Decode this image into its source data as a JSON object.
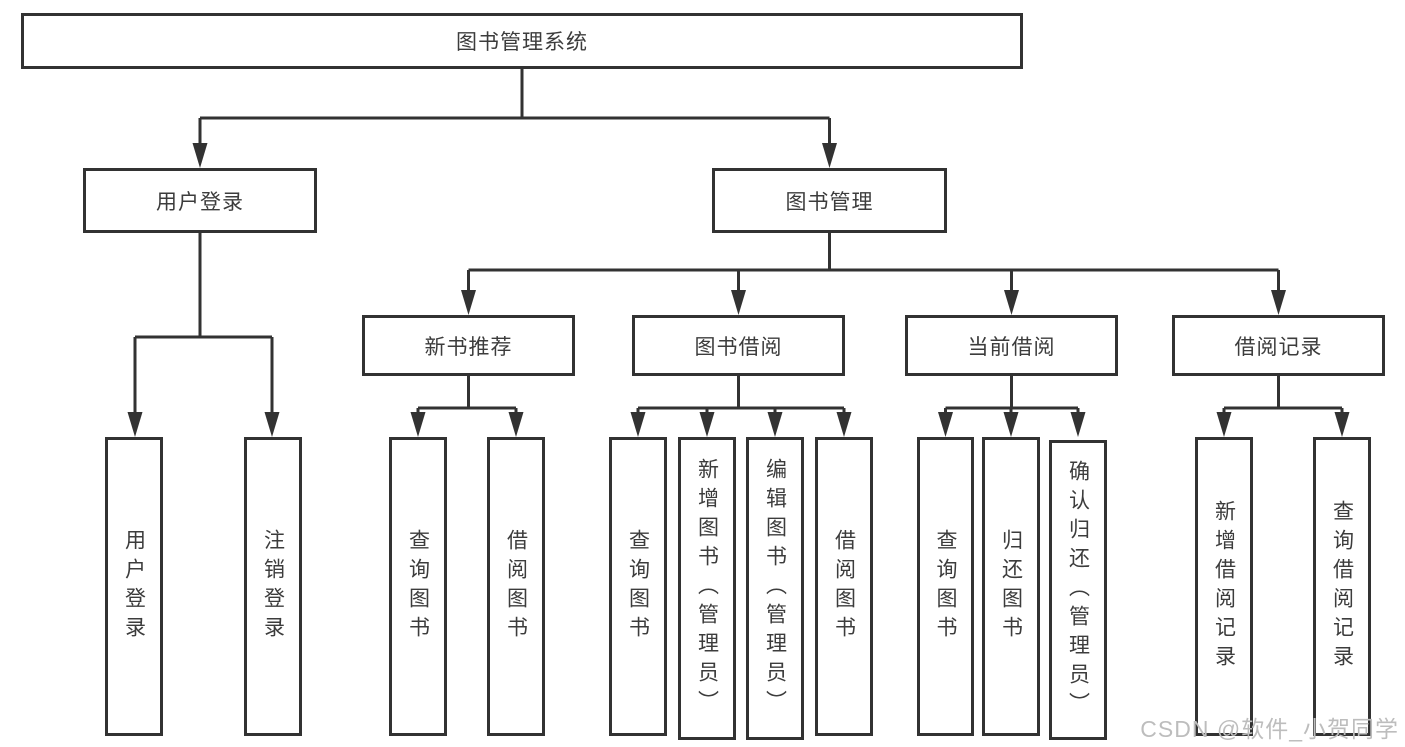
{
  "tree": {
    "root": {
      "label": "图书管理系统"
    },
    "children": [
      {
        "label": "用户登录",
        "children": [
          {
            "label": "用户登录"
          },
          {
            "label": "注销登录"
          }
        ]
      },
      {
        "label": "图书管理",
        "children": [
          {
            "label": "新书推荐",
            "children": [
              {
                "label": "查询图书"
              },
              {
                "label": "借阅图书"
              }
            ]
          },
          {
            "label": "图书借阅",
            "children": [
              {
                "label": "查询图书"
              },
              {
                "label": "新增图书（管理员）"
              },
              {
                "label": "编辑图书（管理员）"
              },
              {
                "label": "借阅图书"
              }
            ]
          },
          {
            "label": "当前借阅",
            "children": [
              {
                "label": "查询图书"
              },
              {
                "label": "归还图书"
              },
              {
                "label": "确认归还（管理员）"
              }
            ]
          },
          {
            "label": "借阅记录",
            "children": [
              {
                "label": "新增借阅记录"
              },
              {
                "label": "查询借阅记录"
              }
            ]
          }
        ]
      }
    ]
  },
  "watermark": "CSDN @软件_小贺同学",
  "colors": {
    "line": "#323232",
    "box_border": "#323232",
    "box_fill": "#ffffff",
    "text": "#3c3c3c",
    "watermark": "#bdbdbd",
    "background": "#ffffff"
  }
}
